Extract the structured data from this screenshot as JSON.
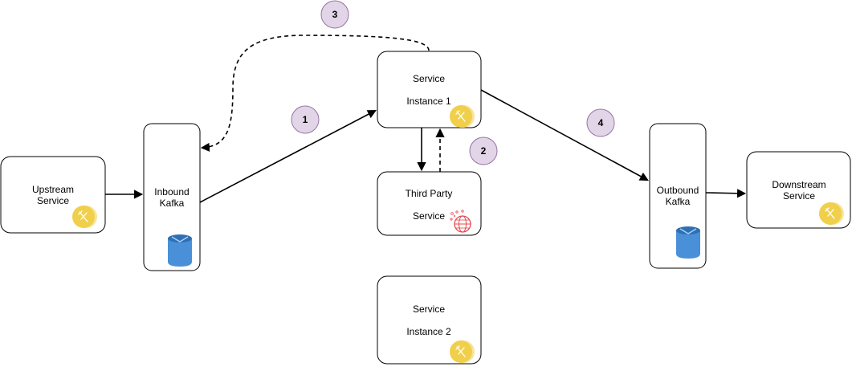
{
  "nodes": {
    "upstream": {
      "lines": [
        "Upstream",
        "Service"
      ]
    },
    "inbound_kafka": {
      "lines": [
        "Inbound",
        "Kafka"
      ]
    },
    "service1": {
      "lines": [
        "Service",
        "Instance 1"
      ]
    },
    "third_party": {
      "lines": [
        "Third Party",
        "Service"
      ]
    },
    "service2": {
      "lines": [
        "Service",
        "Instance 2"
      ]
    },
    "outbound_kafka": {
      "lines": [
        "Outbound",
        "Kafka"
      ]
    },
    "downstream": {
      "lines": [
        "Downstream",
        "Service"
      ]
    }
  },
  "steps": [
    "1",
    "2",
    "3",
    "4"
  ],
  "icons": {
    "service": "service-badge-icon",
    "kafka": "database-bucket-icon",
    "external": "globe-api-icon"
  },
  "colors": {
    "step_fill": "#e1d5e7",
    "step_stroke": "#9673a6",
    "badge": "#f0cf4b",
    "kafka_blue": "#4a90d9",
    "external_red": "#e5484d"
  }
}
